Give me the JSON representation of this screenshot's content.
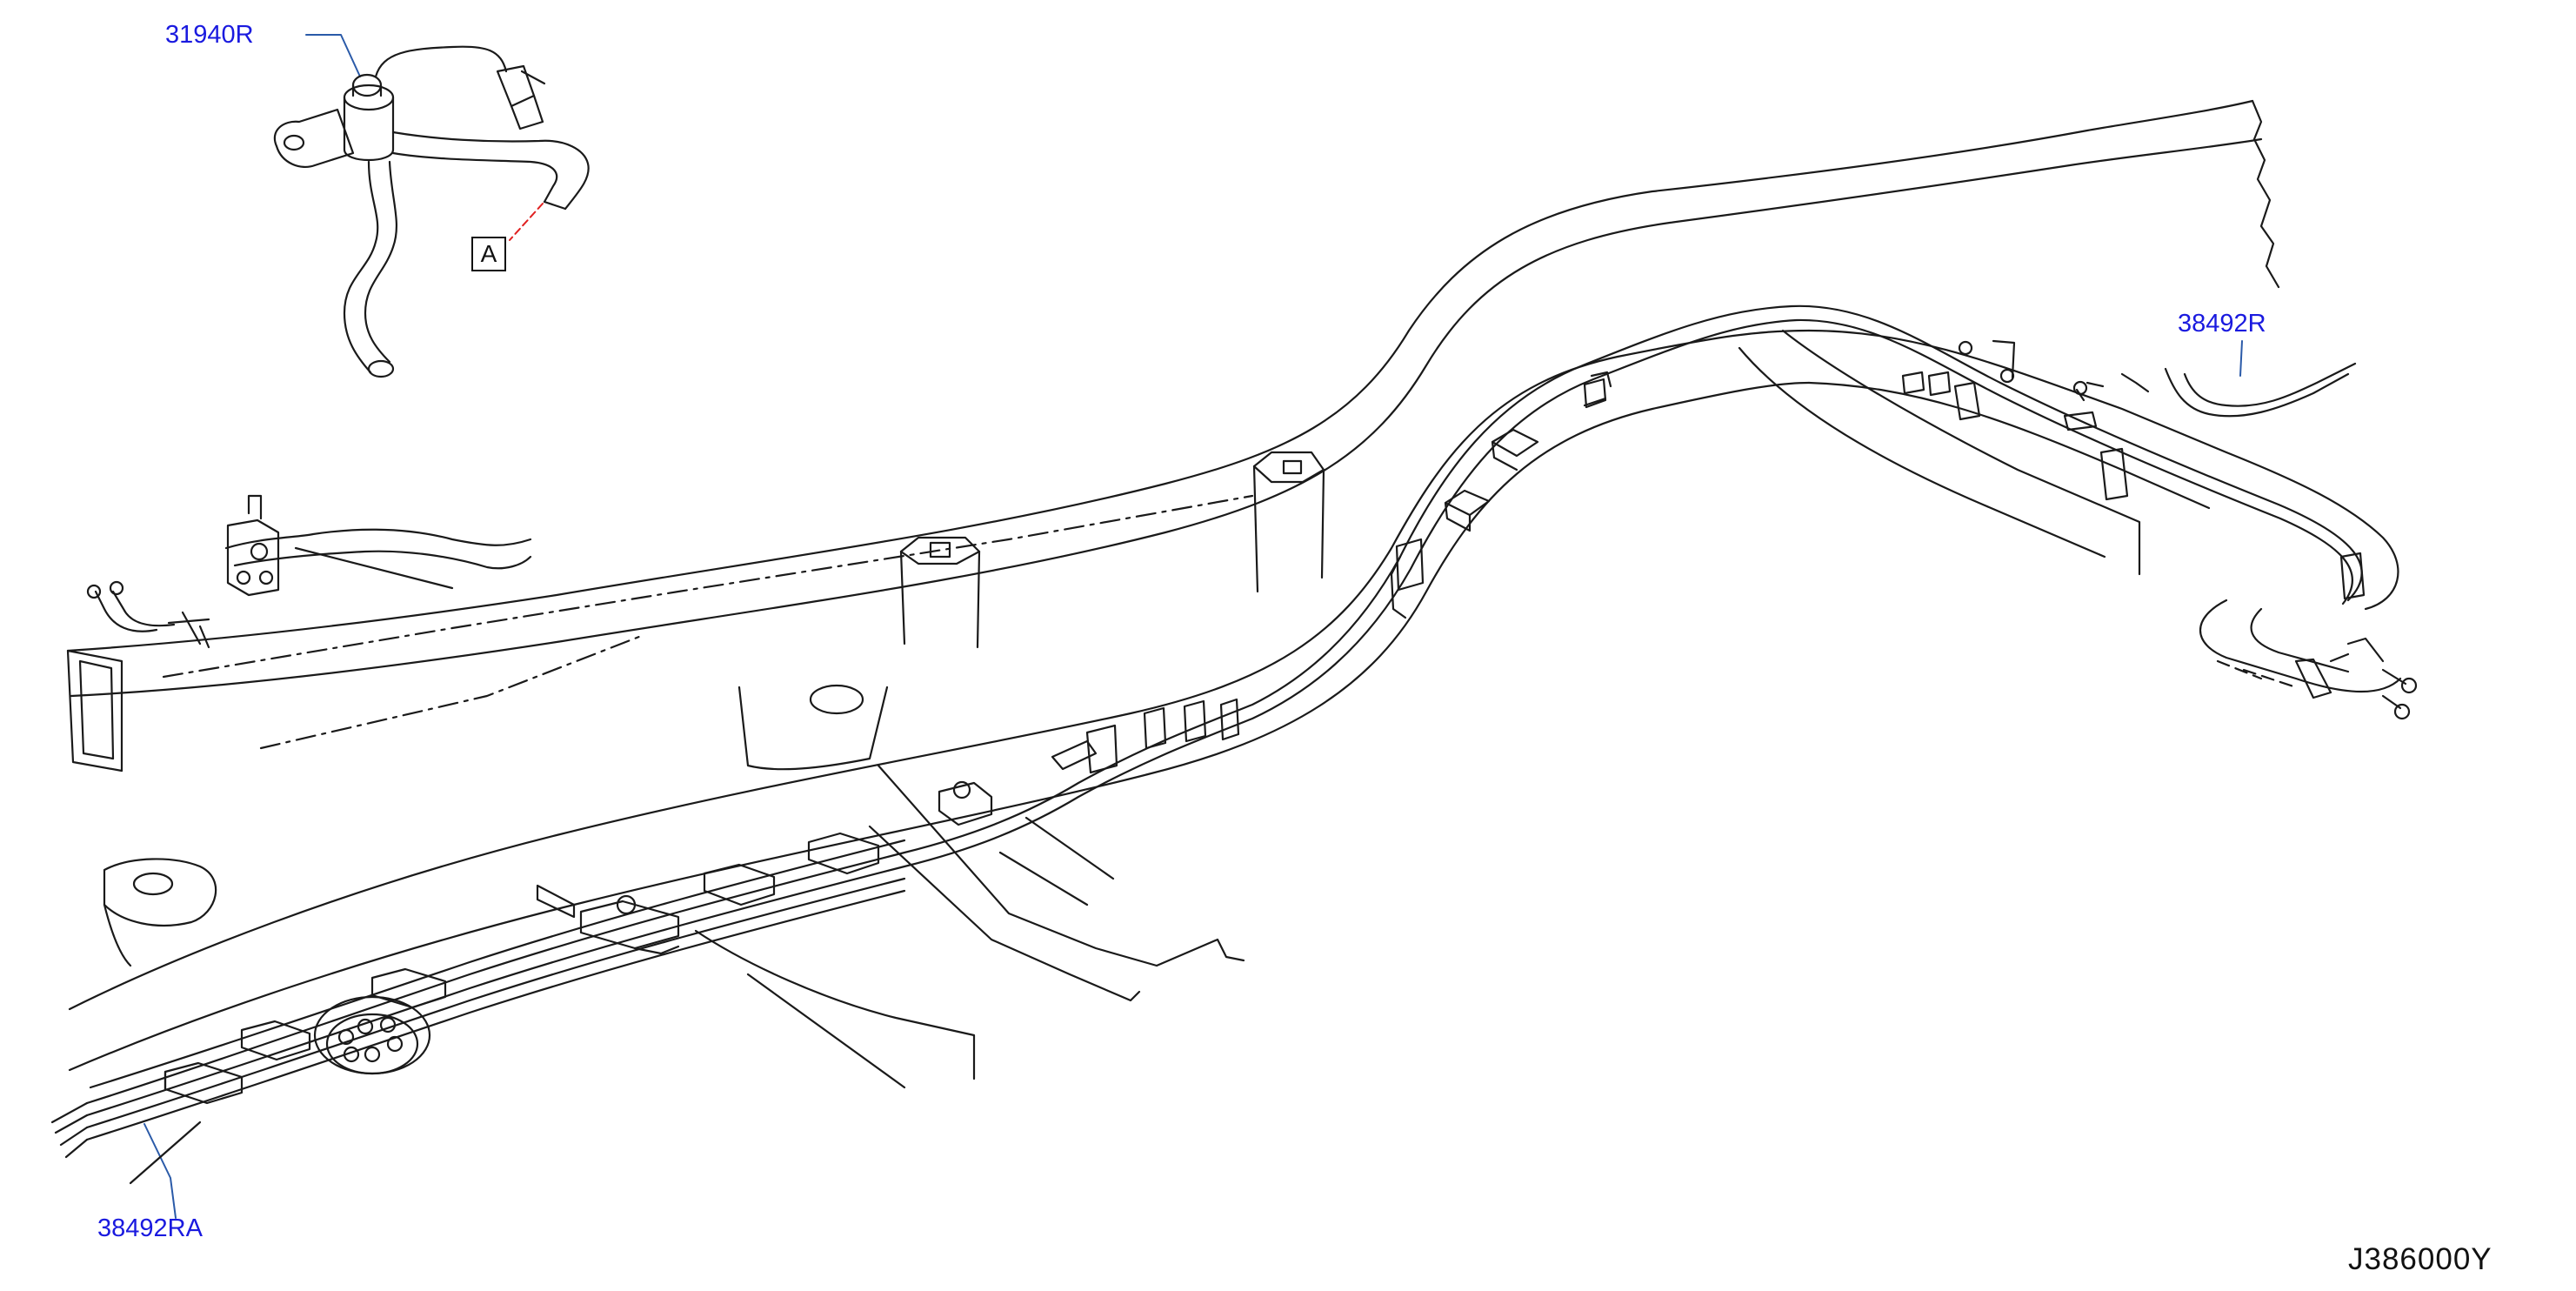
{
  "labels": {
    "part_31940R": "31940R",
    "part_38492R": "38492R",
    "part_38492RA": "38492RA",
    "callout_A": "A",
    "figure_code": "J386000Y"
  },
  "colors": {
    "label_blue": "#1a1adf",
    "leader_blue": "#2a5aa8",
    "leader_red": "#e02020",
    "line": "#1a1a1a"
  },
  "icons": [
    "vacuum-switch-icon",
    "connector-icon",
    "vacuum-hose-icon",
    "hose-clip-icon",
    "chassis-frame-icon"
  ]
}
